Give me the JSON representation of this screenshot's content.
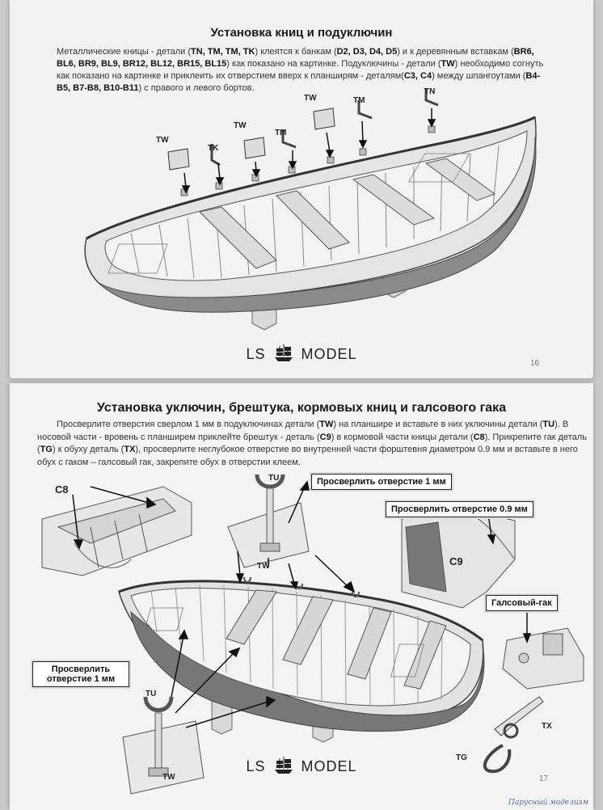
{
  "top_page": {
    "title": "Установка книц и подуключин",
    "instructions_parts": [
      "Металлические кницы - детали (",
      "TN, TM, TM, TK",
      ") клеятся к банкам (",
      "D2, D3, D4, D5",
      ") и к деревянным вставкам (",
      "BR6, BL6, BR9, BL9, BR12, BL12, BR15, BL15",
      ") как показано на картинке. Подуключины - детали (",
      "TW",
      ") необходимо согнуть как показано на картинке и приклеить их отверстием вверх к планширям - деталям(",
      "C3, C4",
      ") между шпангоутами (",
      "B4-B5, B7-B8, B10-B11",
      ") с правого и левого бортов."
    ],
    "part_labels": [
      "TW",
      "TK",
      "TW",
      "TM",
      "TW",
      "TM",
      "TN"
    ],
    "logo_left": "LS",
    "logo_right": "MODEL",
    "page_number": "16"
  },
  "bottom_page": {
    "title": "Установка уключин, брештука, кормовых книц и галсового гака",
    "instructions_parts": [
      "Просверлите отверстия сверлом 1 мм в подуключинах детали (",
      "TW",
      ") на планшире и вставьте в них уключины детали (",
      "TU",
      "). В носовой части - вровень с планширем приклейте брештук - деталь (",
      "C9",
      ") в кормовой части кницы детали (",
      "C8",
      "). Прикрепите гак деталь (",
      "TG",
      ") к обуху деталь (",
      "TX",
      "), просверлите неглубокое отверстие во внутренней части форштевня диаметром  0.9 мм и вставьте в него обух с гаком – галсовый гак, закрепите обух в отверстии клеем."
    ],
    "labels": {
      "c8": "C8",
      "tu_top": "TU",
      "tw_top": "TW",
      "c9": "C9",
      "tu_bottom": "TU",
      "tw_bottom": "TW",
      "tx": "TX",
      "tg": "TG"
    },
    "callouts": {
      "drill_1mm_top": "Просверлить отверстие 1 мм",
      "drill_09mm": "Просверлить отверстие 0.9 мм",
      "galsovy_gak": "Галсовый-гак",
      "drill_1mm_bottom_line1": "Просверлить",
      "drill_1mm_bottom_line2": "отверстие 1 мм"
    },
    "logo_left": "LS",
    "logo_right": "MODEL",
    "page_number": "17",
    "watermark": "Парусный моделизм"
  }
}
